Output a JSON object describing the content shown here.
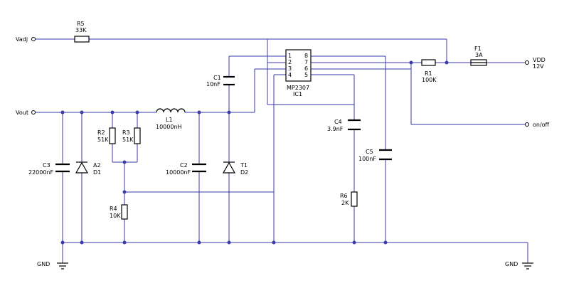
{
  "ports": {
    "vadj": "Vadj",
    "vout": "Vout",
    "vdd": "VDD",
    "vdd_voltage": "12V",
    "onoff": "on/off",
    "gnd_left": "GND",
    "gnd_right": "GND"
  },
  "parts": {
    "r5": {
      "ref": "R5",
      "value": "33K"
    },
    "r1": {
      "ref": "R1",
      "value": "100K"
    },
    "f1": {
      "ref": "F1",
      "value": "3A"
    },
    "c1": {
      "ref": "C1",
      "value": "10nF"
    },
    "ic1": {
      "part": "MP2307",
      "ref": "IC1",
      "pins": [
        "1",
        "2",
        "3",
        "4",
        "8",
        "7",
        "6",
        "5"
      ]
    },
    "l1": {
      "ref": "L1",
      "value": "10000nH"
    },
    "r2": {
      "ref": "R2",
      "value": "51K"
    },
    "r3": {
      "ref": "R3",
      "value": "51K"
    },
    "c3": {
      "ref": "C3",
      "value": "22000nF"
    },
    "d1": {
      "ref": "A2",
      "value": "D1"
    },
    "c2": {
      "ref": "C2",
      "value": "10000nF"
    },
    "d2": {
      "ref": "T1",
      "value": "D2"
    },
    "r4": {
      "ref": "R4",
      "value": "10K"
    },
    "c4": {
      "ref": "C4",
      "value": "3.9nF"
    },
    "c5": {
      "ref": "C5",
      "value": "100nF"
    },
    "r6": {
      "ref": "R6",
      "value": "2K"
    }
  },
  "colors": {
    "wire": "#3a3aa8",
    "component": "#000000",
    "background": "#ffffff"
  }
}
